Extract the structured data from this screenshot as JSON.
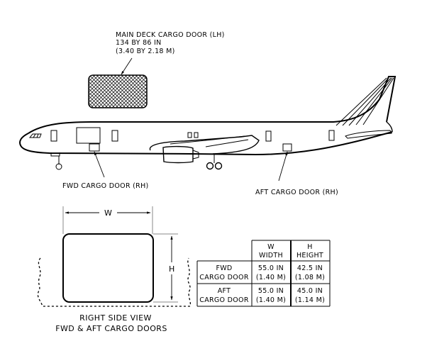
{
  "main_deck_door": {
    "title": "MAIN DECK CARGO DOOR (LH)",
    "size_in": "134 BY 86 IN",
    "size_m": "(3.40 BY 2.18 M)"
  },
  "callouts": {
    "fwd": "FWD CARGO DOOR (RH)",
    "aft": "AFT CARGO DOOR (RH)"
  },
  "door_view": {
    "width_label": "W",
    "height_label": "H",
    "caption_line1": "RIGHT SIDE VIEW",
    "caption_line2": "FWD & AFT CARGO DOORS"
  },
  "table": {
    "headers": [
      {
        "line1": "W",
        "line2": "WIDTH"
      },
      {
        "line1": "H",
        "line2": "HEIGHT"
      }
    ],
    "rows": [
      {
        "name1": "FWD",
        "name2": "CARGO DOOR",
        "w_in": "55.0 IN",
        "w_m": "(1.40 M)",
        "h_in": "42.5 IN",
        "h_m": "(1.08 M)"
      },
      {
        "name1": "AFT",
        "name2": "CARGO DOOR",
        "w_in": "55.0 IN",
        "w_m": "(1.40 M)",
        "h_in": "45.0 IN",
        "h_m": "(1.14 M)"
      }
    ]
  }
}
